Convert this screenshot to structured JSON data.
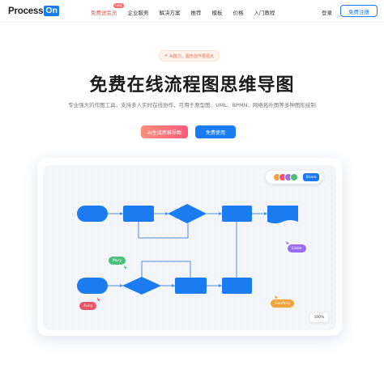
{
  "header": {
    "logo_text": "Process",
    "logo_on": "On",
    "nav": [
      {
        "label": "免费送会员",
        "badge": "new",
        "active": true
      },
      {
        "label": "企业服务"
      },
      {
        "label": "解决方案"
      },
      {
        "label": "推荐"
      },
      {
        "label": "模板"
      },
      {
        "label": "价格"
      },
      {
        "label": "入门教程"
      }
    ],
    "login": "登录",
    "signup": "免费注册"
  },
  "hero": {
    "ai_pill": "AI能力，图形创作更强大",
    "title": "免费在线流程图思维导图",
    "subtitle": "专业强大的作图工具，支持多人实时在线协作，可用于原型图、UML、BPMN、网络拓扑图等多种图形绘制",
    "btn_ai": "AI生成思维导图",
    "btn_free": "免费使用"
  },
  "preview": {
    "share": "Share",
    "zoom": "100%",
    "cursors": [
      {
        "name": "Mary",
        "color": "#4cbf7a"
      },
      {
        "name": "Eddie",
        "color": "#9b6cf0"
      },
      {
        "name": "Anny",
        "color": "#e8566a"
      },
      {
        "name": "Geoffrey",
        "color": "#f2a33a"
      }
    ],
    "avatar_colors": [
      "#f2a33a",
      "#e8566a",
      "#9b6cf0",
      "#4cbf7a"
    ],
    "node_color": "#1b7cf1",
    "line_color": "#4f8fe0"
  }
}
